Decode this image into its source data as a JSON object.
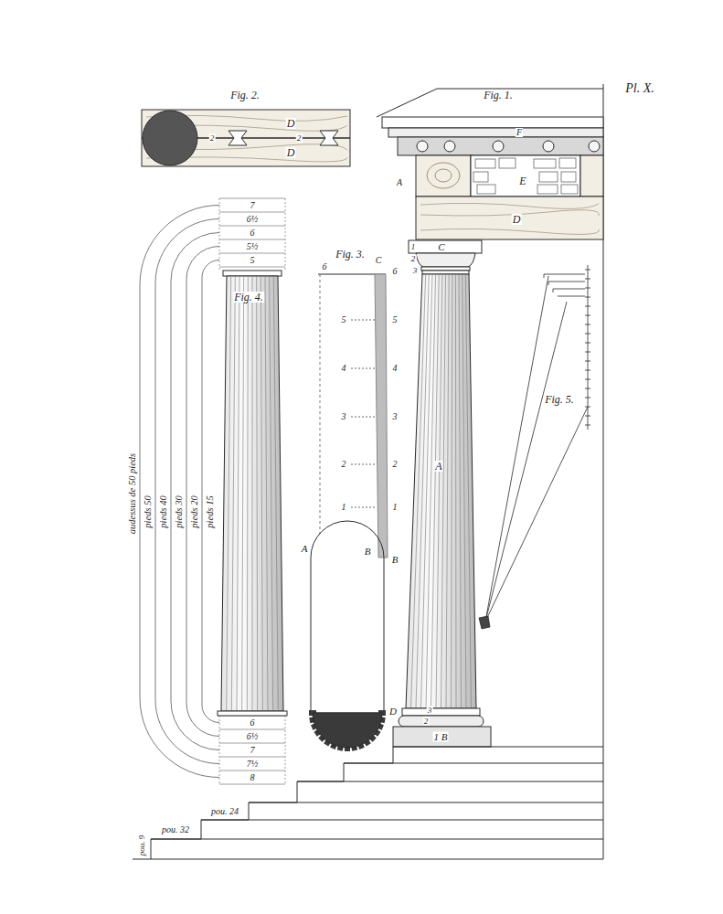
{
  "diagram": {
    "labels": [
      "Pl. X.",
      "Fig. 2.",
      "D",
      "D",
      "2",
      "2",
      "Fig. 1.",
      "F",
      "A",
      "E",
      "D",
      "1",
      "C",
      "2",
      "3",
      "A",
      "3",
      "2",
      "1 B",
      "Fig. 5.",
      "Fig. 3.",
      "6",
      "C",
      "6",
      "5",
      "5",
      "4",
      "4",
      "3",
      "3",
      "2",
      "2",
      "1",
      "1",
      "A",
      "B",
      "B",
      "D",
      "Fig. 4.",
      "7",
      "6½",
      "6",
      "5½",
      "5",
      "6",
      "6½",
      "7",
      "7½",
      "8",
      "audessus de 50 pieds",
      "pieds 50",
      "pieds 40",
      "pieds 30",
      "pieds 20",
      "pieds 15",
      "pou. 24",
      "pou. 32",
      "pou. 9"
    ]
  }
}
